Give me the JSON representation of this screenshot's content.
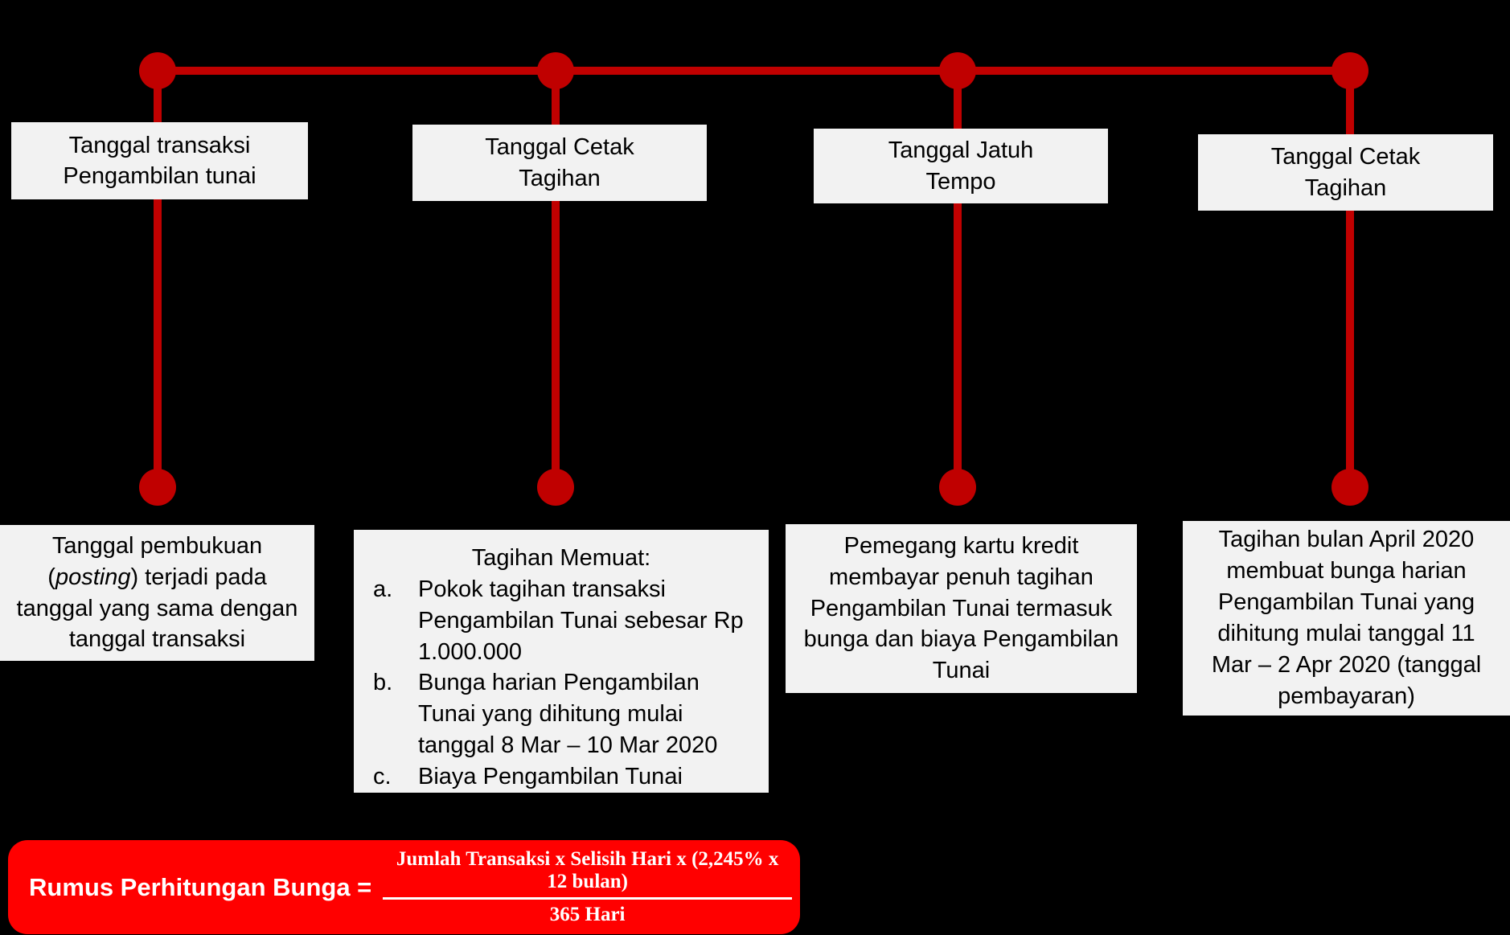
{
  "colors": {
    "background": "#000000",
    "timeline_red": "#C00000",
    "formula_red": "#FF0000",
    "box_background": "#F2F2F2",
    "box_text": "#000000",
    "formula_text": "#FFFFFF"
  },
  "columns": [
    {
      "top_label": "Tanggal transaksi\nPengambilan tunai",
      "bottom": {
        "pre": "Tanggal pembukuan (",
        "italic": "posting",
        "post": ") terjadi pada tanggal yang sama dengan tanggal transaksi"
      }
    },
    {
      "top_label": "Tanggal Cetak\nTagihan",
      "bottom": {
        "title": "Tagihan Memuat:",
        "items": [
          {
            "marker": "a.",
            "text": "Pokok tagihan transaksi Pengambilan Tunai sebesar Rp 1.000.000"
          },
          {
            "marker": "b.",
            "text": "Bunga harian Pengambilan Tunai yang dihitung mulai tanggal 8 Mar – 10 Mar 2020"
          },
          {
            "marker": "c.",
            "text": "Biaya Pengambilan Tunai"
          }
        ]
      }
    },
    {
      "top_label": "Tanggal Jatuh\nTempo",
      "bottom": {
        "text": "Pemegang kartu kredit membayar penuh tagihan Pengambilan Tunai termasuk bunga dan biaya Pengambilan Tunai"
      }
    },
    {
      "top_label": "Tanggal Cetak\nTagihan",
      "bottom": {
        "text": "Tagihan bulan April 2020 membuat bunga harian Pengambilan Tunai yang dihitung mulai tanggal 11 Mar – 2 Apr 2020 (tanggal pembayaran)"
      }
    }
  ],
  "formula": {
    "label": "Rumus Perhitungan Bunga =",
    "numerator": "Jumlah Transaksi x Selisih Hari x (2,245% x 12 bulan)",
    "denominator": "365 Hari"
  }
}
